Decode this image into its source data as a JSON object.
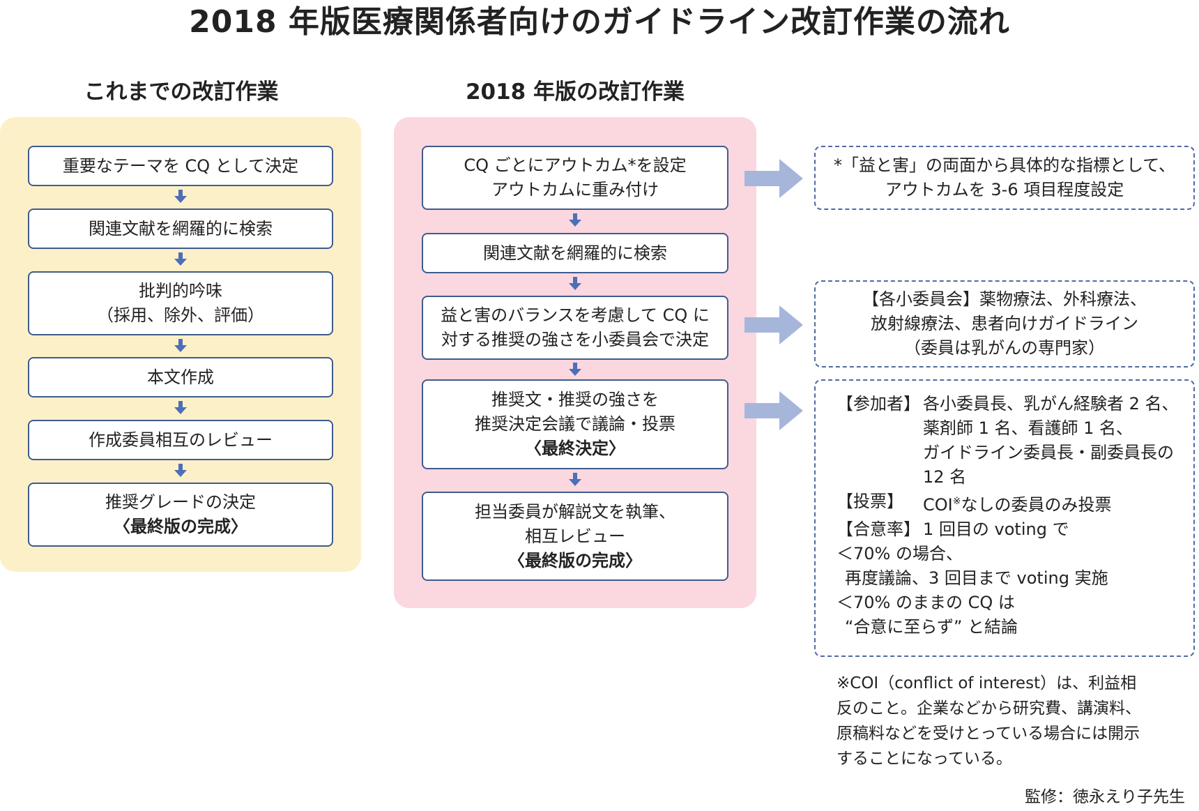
{
  "title": "2018 年版医療関係者向けのガイドライン改訂作業の流れ",
  "left": {
    "heading": "これまでの改訂作業",
    "steps": [
      {
        "lines": [
          "重要なテーマを CQ として決定"
        ]
      },
      {
        "lines": [
          "関連文献を網羅的に検索"
        ]
      },
      {
        "lines": [
          "批判的吟味",
          "（採用、除外、評価）"
        ]
      },
      {
        "lines": [
          "本文作成"
        ]
      },
      {
        "lines": [
          "作成委員相互のレビュー"
        ]
      },
      {
        "lines": [
          "推奨グレードの決定"
        ],
        "emphasis": "〈最終版の完成〉"
      }
    ]
  },
  "middle": {
    "heading": "2018 年版の改訂作業",
    "steps": [
      {
        "lines": [
          "CQ ごとにアウトカム*を設定",
          "アウトカムに重み付け"
        ]
      },
      {
        "lines": [
          "関連文献を網羅的に検索"
        ]
      },
      {
        "lines": [
          "益と害のバランスを考慮して CQ に",
          "対する推奨の強さを小委員会で決定"
        ]
      },
      {
        "lines": [
          "推奨文・推奨の強さを",
          "推奨決定会議で議論・投票"
        ],
        "emphasis": "〈最終決定〉"
      },
      {
        "lines": [
          "担当委員が解説文を執筆、",
          "相互レビュー"
        ],
        "emphasis": "〈最終版の完成〉"
      }
    ]
  },
  "notes": {
    "outcome": {
      "lines": [
        "*「益と害」の両面から具体的な指標として、",
        "アウトカムを 3-6 項目程度設定"
      ]
    },
    "committee": {
      "lines": [
        "【各小委員会】薬物療法、外科療法、",
        "放射線療法、患者向けガイドライン",
        "（委員は乳がんの専門家）"
      ]
    },
    "vote": {
      "participants_label": "【参加者】",
      "participants_lines": [
        "各小委員長、乳がん経験者 2 名、",
        "薬剤師 1 名、看護師 1 名、",
        "ガイドライン委員長・副委員長の",
        "12 名"
      ],
      "ballot_label": "【投票】",
      "ballot_pre": "COI",
      "ballot_mark": "※",
      "ballot_post": "なしの委員のみ投票",
      "rate_label": "【合意率】",
      "rate_lines": [
        "1 回目の voting で",
        "＜70% の場合、",
        "再度議論、3 回目まで voting 実施",
        "＜70% のままの CQ は",
        "“合意に至らず” と結論"
      ]
    }
  },
  "footnote": [
    "※COI（conflict of interest）は、利益相",
    "反のこと。企業などから研究費、講演料、",
    "原稿料などを受けとっている場合には開示",
    "することになっている。"
  ],
  "credit": "監修：徳永えり子先生",
  "colors": {
    "left_panel": "#fcf0c8",
    "middle_panel": "#fbd7e0",
    "box_border": "#3f5b8c",
    "arrow": "#4c6fb8",
    "big_arrow": "#a6b6db"
  }
}
